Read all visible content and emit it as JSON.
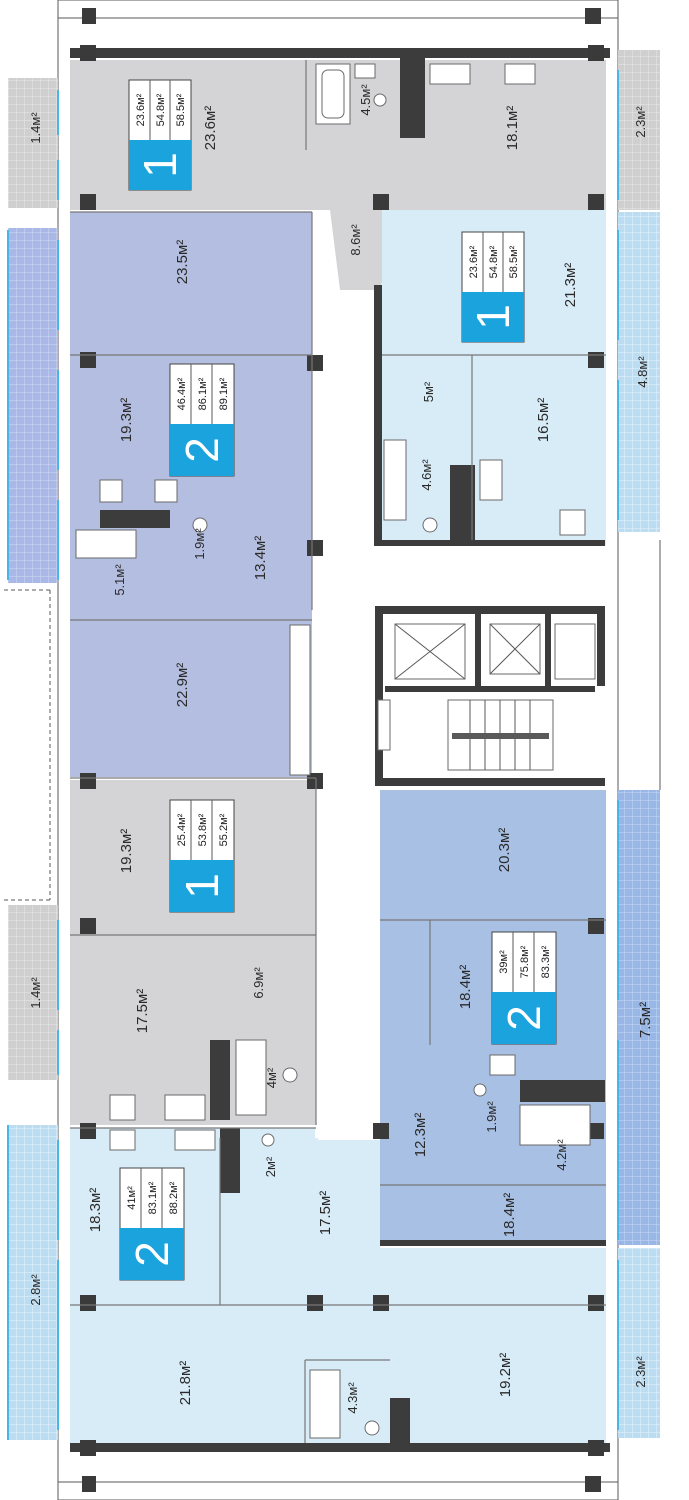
{
  "colors": {
    "apt_gray": "#d4d4d6",
    "apt_lightblue": "#d8ecf8",
    "apt_violet": "#b4bee0",
    "apt_blue": "#a8c0e4",
    "badge_cyan": "#1aa3dd",
    "balcony_gray": "#c9c9c9",
    "balcony_blue": "#b8d8f0",
    "balcony_violet": "#a8b8e6",
    "balcony_dark": "#9cb8e6",
    "window": "#49b6e8",
    "wall": "#3c3c3c"
  },
  "apartments": [
    {
      "id": "apt-1a",
      "rooms_count": "1",
      "areas": [
        "23.6м²",
        "54.8м²",
        "58.5м²"
      ]
    },
    {
      "id": "apt-1b",
      "rooms_count": "1",
      "areas": [
        "23.6м²",
        "54.8м²",
        "58.5м²"
      ]
    },
    {
      "id": "apt-2a",
      "rooms_count": "2",
      "areas": [
        "46.4м²",
        "86.1м²",
        "89.1м²"
      ]
    },
    {
      "id": "apt-1c",
      "rooms_count": "1",
      "areas": [
        "25.4м²",
        "53.8м²",
        "55.2м²"
      ]
    },
    {
      "id": "apt-2b",
      "rooms_count": "2",
      "areas": [
        "39м²",
        "75.8м²",
        "83.3м²"
      ]
    },
    {
      "id": "apt-2c",
      "rooms_count": "2",
      "areas": [
        "41м²",
        "83.1м²",
        "88.2м²"
      ]
    }
  ],
  "rooms": [
    "23.6м²",
    "4.5м²",
    "18.1м²",
    "1.4м²",
    "2.3м²",
    "8.6м²",
    "23.5м²",
    "21.3м²",
    "4.8м²",
    "19.3м²",
    "5м²",
    "16.5м²",
    "4.6м²",
    "1.9м²",
    "13.4м²",
    "5.1м²",
    "22.9м²",
    "19.3м²",
    "20.3м²",
    "1.4м²",
    "17.5м²",
    "6.9м²",
    "18.4м²",
    "7.5м²",
    "4м²",
    "12.3м²",
    "1.9м²",
    "4.2м²",
    "18.3м²",
    "2м²",
    "17.5м²",
    "18.4м²",
    "2.8м²",
    "21.8м²",
    "4.3м²",
    "19.2м²",
    "2.3м²"
  ]
}
